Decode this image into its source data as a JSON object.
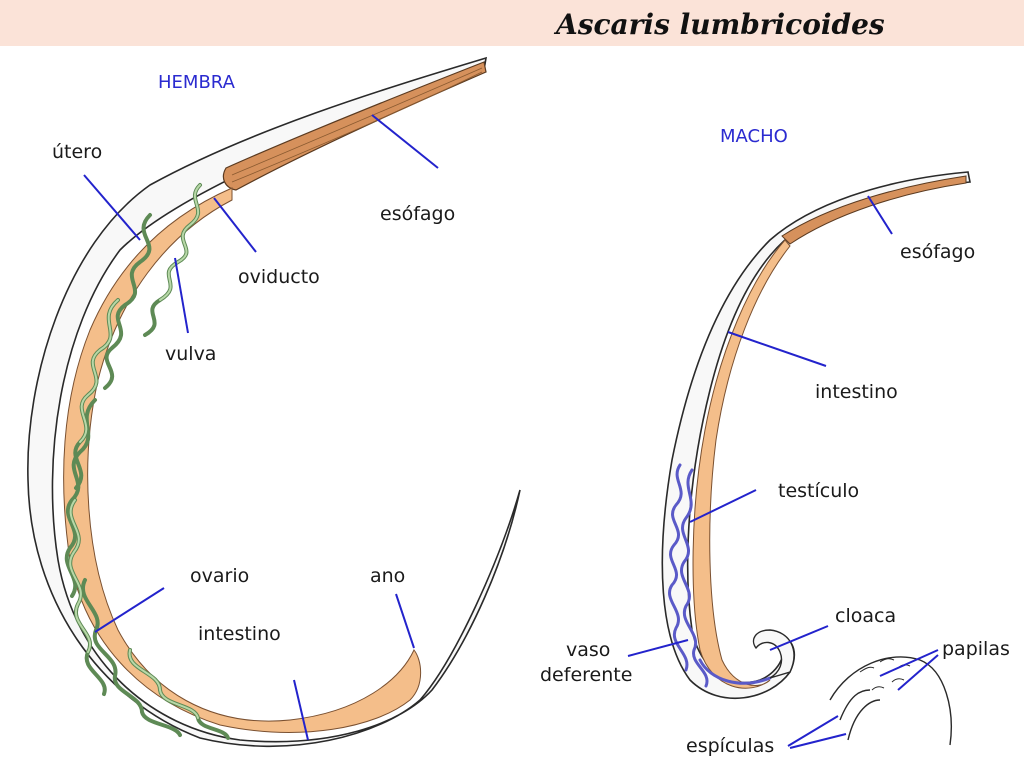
{
  "title": "Ascaris  lumbricoides",
  "female": {
    "heading": "HEMBRA",
    "labels": {
      "utero": "útero",
      "esofago": "esófago",
      "oviducto": "oviducto",
      "vulva": "vulva",
      "ovario": "ovario",
      "ano": "ano",
      "intestino": "intestino"
    }
  },
  "male": {
    "heading": "MACHO",
    "labels": {
      "esofago": "esófago",
      "intestino": "intestino",
      "testiculo": "testículo",
      "cloaca": "cloaca",
      "vaso_line1": "vaso",
      "vaso_line2": "deferente",
      "papilas": "papilas",
      "espiculas": "espículas"
    }
  },
  "colors": {
    "title_band": "#fbe3d8",
    "heading": "#2b2bd0",
    "leader": "#2323cc",
    "intestine": "#f4be8a",
    "esophagus": "#d6915c",
    "ovary": "#8fb784",
    "testis": "#7b7bd8",
    "body_fill": "#f7f7f7",
    "outline": "#2a2a2a"
  }
}
